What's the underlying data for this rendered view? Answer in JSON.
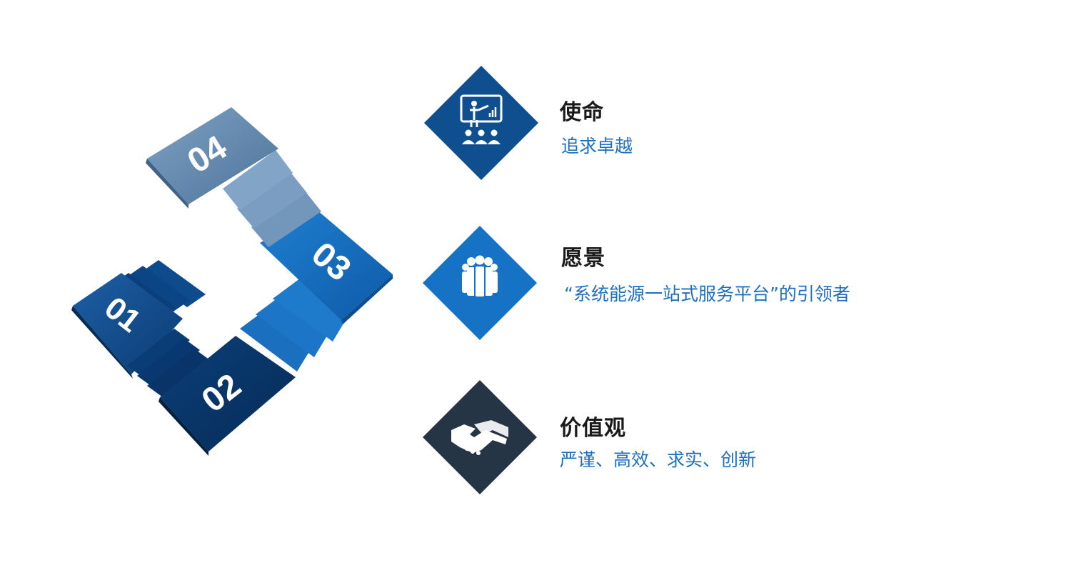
{
  "steps": [
    {
      "number": "01"
    },
    {
      "number": "02"
    },
    {
      "number": "03"
    },
    {
      "number": "04"
    }
  ],
  "items": [
    {
      "title": "使命",
      "subtitle": "追求卓越",
      "icon": "presentation-icon",
      "color": "#0f4f8f"
    },
    {
      "title": "愿景",
      "subtitle": "“系统能源一站式服务平台”的引领者",
      "icon": "team-icon",
      "color": "#1572c4"
    },
    {
      "title": "价值观",
      "subtitle": "严谨、高效、求实、创新",
      "icon": "handshake-icon",
      "color": "#253545"
    }
  ],
  "colors": {
    "text_accent": "#1e6fc0",
    "title": "#1a1a1a"
  }
}
